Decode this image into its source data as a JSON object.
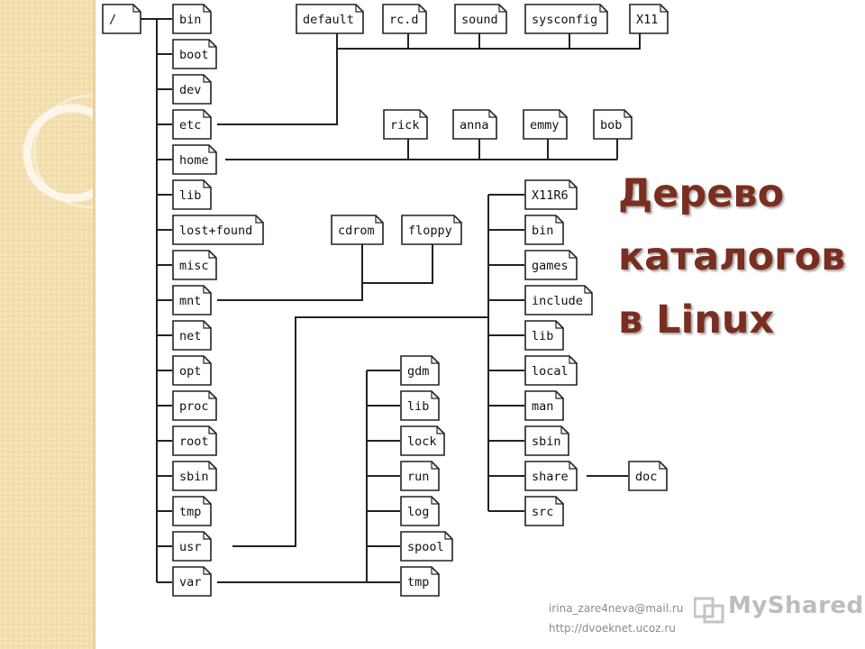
{
  "title": {
    "line1": "Дерево",
    "line2": "каталогов",
    "line3": "в Linux"
  },
  "footer": {
    "email": "irina_zare4neva@mail.ru",
    "url": "http://dvoeknet.ucoz.ru"
  },
  "watermark": "MyShared",
  "tree": {
    "root": "/",
    "root_children": [
      "bin",
      "boot",
      "dev",
      "etc",
      "home",
      "lib",
      "lost+found",
      "misc",
      "mnt",
      "net",
      "opt",
      "proc",
      "root",
      "sbin",
      "tmp",
      "usr",
      "var"
    ],
    "etc_children": [
      "default",
      "rc.d",
      "sound",
      "sysconfig",
      "X11"
    ],
    "home_children": [
      "rick",
      "anna",
      "emmy",
      "bob"
    ],
    "mnt_children": [
      "cdrom",
      "floppy"
    ],
    "usr_children": [
      "X11R6",
      "bin",
      "games",
      "include",
      "lib",
      "local",
      "man",
      "sbin",
      "share",
      "src"
    ],
    "var_children": [
      "gdm",
      "lib",
      "lock",
      "run",
      "log",
      "spool",
      "tmp"
    ],
    "share_children": [
      "doc"
    ]
  },
  "colors": {
    "left_band": "#f6e4b8",
    "title": "#7a2e20",
    "node_border": "#222222",
    "line": "#222222"
  }
}
